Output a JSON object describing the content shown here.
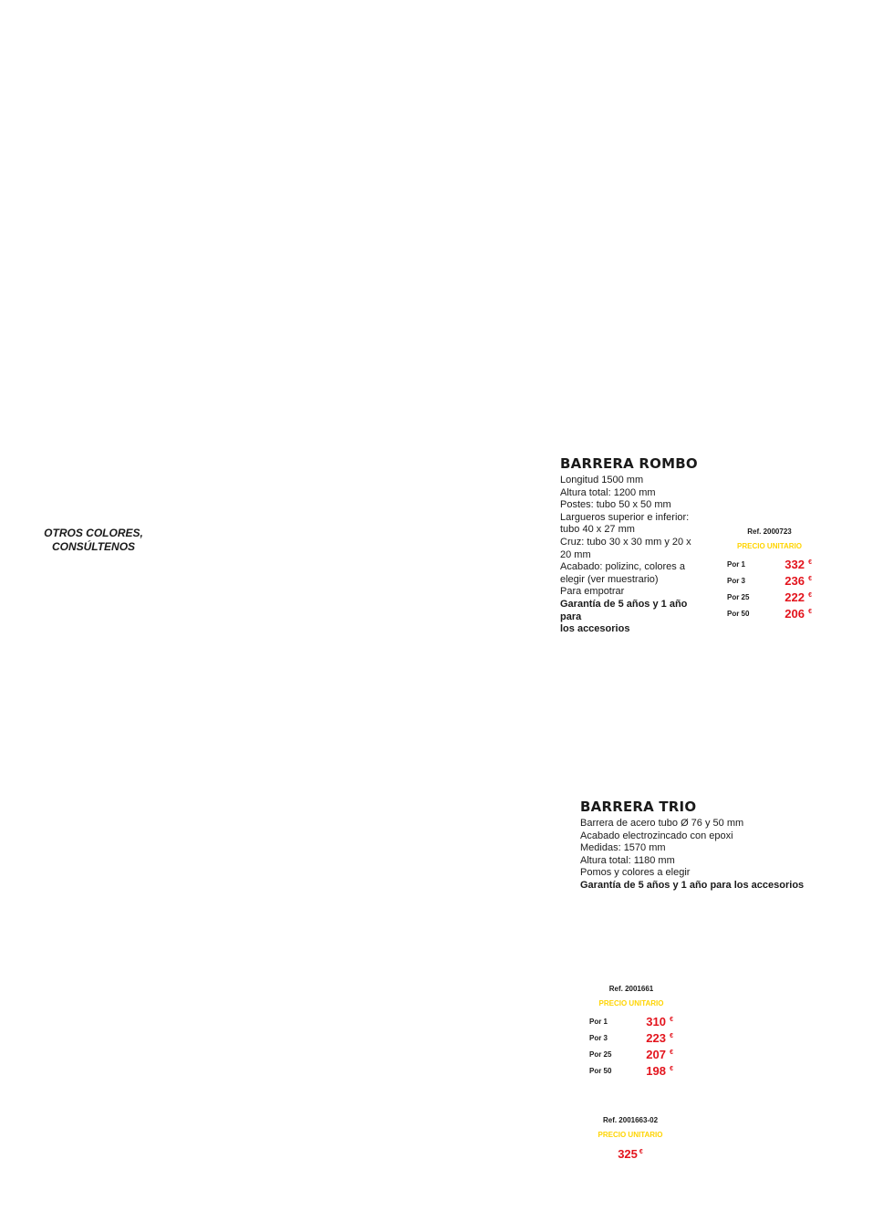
{
  "note": {
    "line1": "OTROS COLORES,",
    "line2": "CONSÚLTENOS"
  },
  "rombo": {
    "title": "BARRERA ROMBO",
    "lines": [
      "Longitud 1500 mm",
      "Altura total: 1200 mm",
      "Postes: tubo 50 x 50 mm",
      "Largueros superior e inferior:",
      "tubo 40 x 27 mm",
      "Cruz: tubo 30 x 30 mm y 20 x",
      "20 mm",
      "Acabado: polizinc, colores a",
      "elegir (ver muestrario)",
      "Para empotrar"
    ],
    "warranty_line1": "Garantía de 5 años y 1 año para",
    "warranty_line2": "los accesorios",
    "ref": "Ref. 2000723",
    "price_header": "PRECIO UNITARIO",
    "prices": [
      {
        "label": "Por 1",
        "value": "332",
        "currency": "€"
      },
      {
        "label": "Por 3",
        "value": "236",
        "currency": "€"
      },
      {
        "label": "Por 25",
        "value": "222",
        "currency": "€"
      },
      {
        "label": "Por 50",
        "value": "206",
        "currency": "€"
      }
    ]
  },
  "trio": {
    "title": "BARRERA TRIO",
    "lines": [
      "Barrera de acero tubo Ø 76 y 50 mm",
      "Acabado electrozincado con epoxi",
      "Medidas: 1570 mm",
      "Altura total: 1180 mm",
      "Pomos y colores a elegir"
    ],
    "warranty": "Garantía de 5 años y 1 año para los accesorios",
    "ref": "Ref. 2001661",
    "price_header": "PRECIO UNITARIO",
    "prices": [
      {
        "label": "Por 1",
        "value": "310",
        "currency": "€"
      },
      {
        "label": "Por 3",
        "value": "223",
        "currency": "€"
      },
      {
        "label": "Por 25",
        "value": "207",
        "currency": "€"
      },
      {
        "label": "Por 50",
        "value": "198",
        "currency": "€"
      }
    ]
  },
  "accessory": {
    "ref": "Ref. 2001663-02",
    "price_header": "PRECIO UNITARIO",
    "price": {
      "value": "325",
      "currency": "€"
    }
  },
  "colors": {
    "price_red": "#e3141d",
    "header_yellow": "#ffd400",
    "text": "#1a1a1a"
  }
}
